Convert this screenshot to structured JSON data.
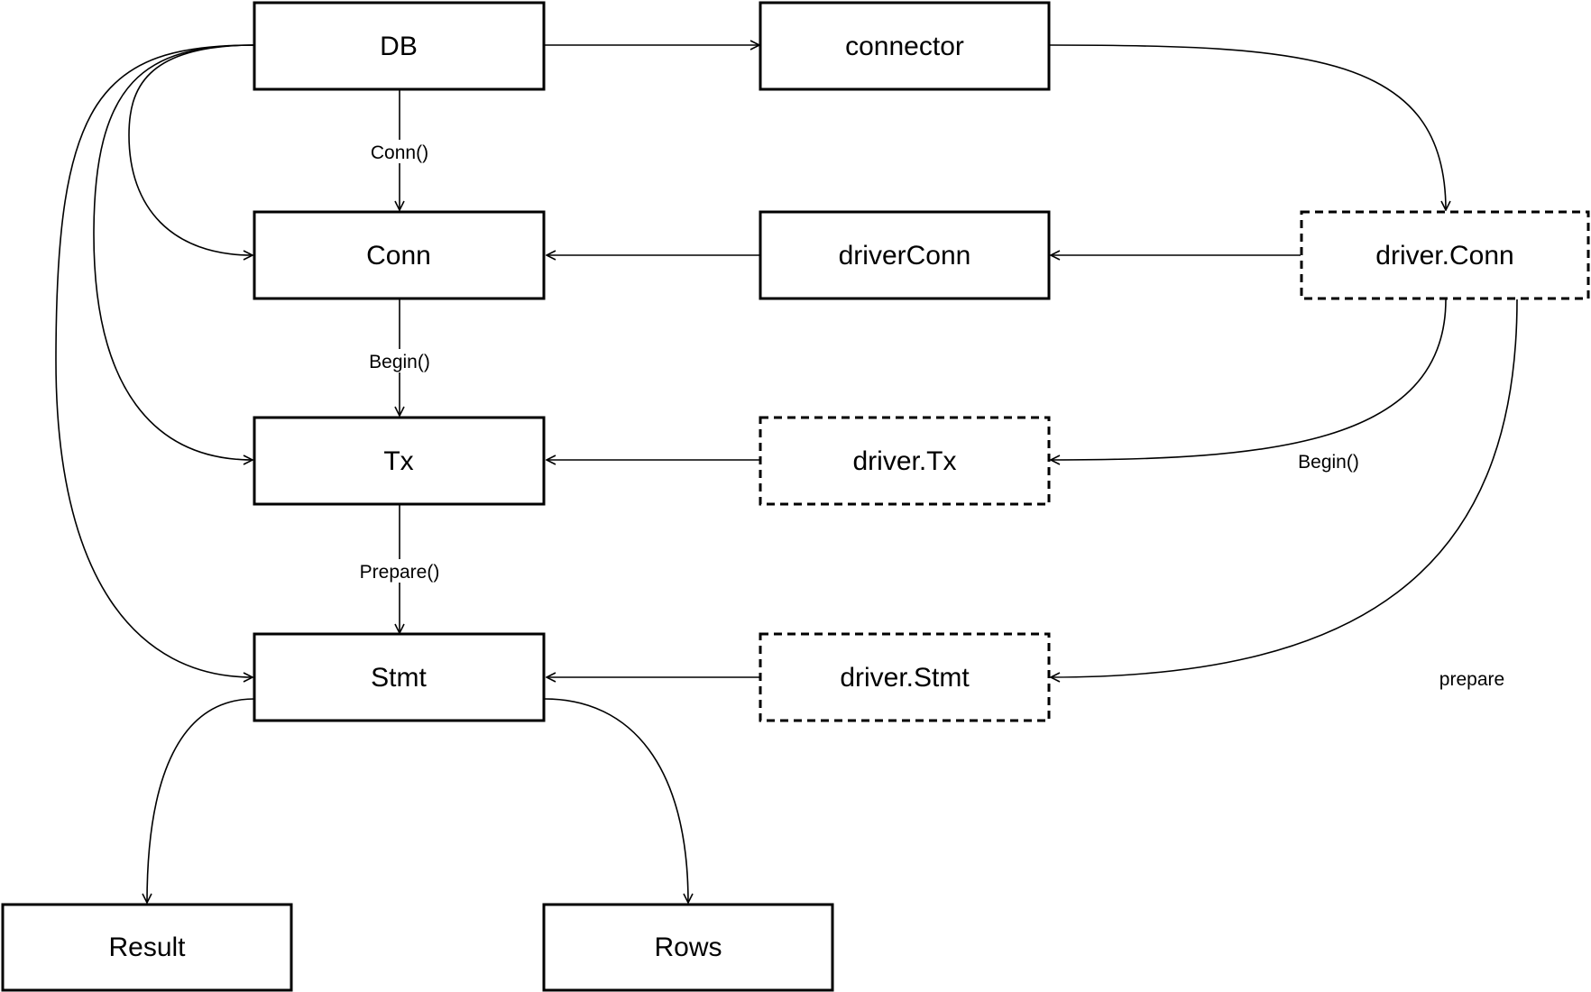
{
  "diagram": {
    "nodes": [
      {
        "id": "db",
        "label": "DB",
        "style": "solid"
      },
      {
        "id": "connector",
        "label": "connector",
        "style": "solid"
      },
      {
        "id": "conn",
        "label": "Conn",
        "style": "solid"
      },
      {
        "id": "driverconn",
        "label": "driverConn",
        "style": "solid"
      },
      {
        "id": "driver-conn",
        "label": "driver.Conn",
        "style": "dashed"
      },
      {
        "id": "tx",
        "label": "Tx",
        "style": "solid"
      },
      {
        "id": "driver-tx",
        "label": "driver.Tx",
        "style": "dashed"
      },
      {
        "id": "stmt",
        "label": "Stmt",
        "style": "solid"
      },
      {
        "id": "driver-stmt",
        "label": "driver.Stmt",
        "style": "dashed"
      },
      {
        "id": "result",
        "label": "Result",
        "style": "solid"
      },
      {
        "id": "rows",
        "label": "Rows",
        "style": "solid"
      }
    ],
    "edges": [
      {
        "id": "db-conn",
        "from": "db",
        "to": "conn",
        "label": "Conn()"
      },
      {
        "id": "conn-tx",
        "from": "conn",
        "to": "tx",
        "label": "Begin()"
      },
      {
        "id": "tx-stmt",
        "from": "tx",
        "to": "stmt",
        "label": "Prepare()"
      },
      {
        "id": "db-connector",
        "from": "db",
        "to": "connector",
        "label": ""
      },
      {
        "id": "connector-driverconn",
        "from": "connector",
        "to": "driver-conn",
        "label": ""
      },
      {
        "id": "driverconn-to-driverconn",
        "from": "driver-conn",
        "to": "driverconn",
        "label": ""
      },
      {
        "id": "driverconn-conn",
        "from": "driverconn",
        "to": "conn",
        "label": ""
      },
      {
        "id": "driverconn-drivertx",
        "from": "driver-conn",
        "to": "driver-tx",
        "label": "Begin()"
      },
      {
        "id": "drivertx-tx",
        "from": "driver-tx",
        "to": "tx",
        "label": ""
      },
      {
        "id": "driverconn-driverstmt",
        "from": "driver-conn",
        "to": "driver-stmt",
        "label": "prepare"
      },
      {
        "id": "driverstmt-stmt",
        "from": "driver-stmt",
        "to": "stmt",
        "label": ""
      },
      {
        "id": "db-conn-curve",
        "from": "db",
        "to": "conn",
        "label": ""
      },
      {
        "id": "db-tx-curve",
        "from": "db",
        "to": "tx",
        "label": ""
      },
      {
        "id": "db-stmt-curve",
        "from": "db",
        "to": "stmt",
        "label": ""
      },
      {
        "id": "stmt-result",
        "from": "stmt",
        "to": "result",
        "label": ""
      },
      {
        "id": "stmt-rows",
        "from": "stmt",
        "to": "rows",
        "label": ""
      }
    ]
  }
}
